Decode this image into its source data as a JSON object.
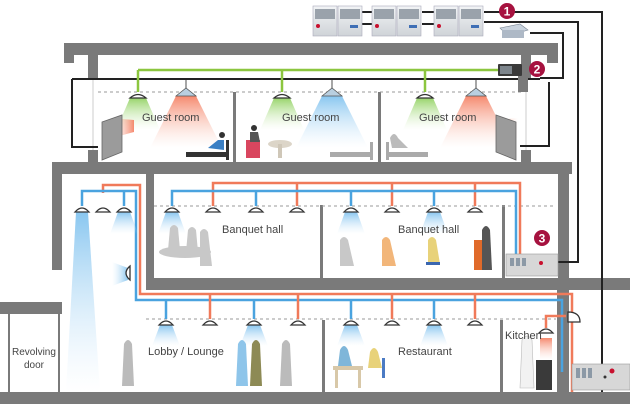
{
  "diagram": {
    "title": "Hotel air conditioning system layout",
    "colors": {
      "wall": "#7a7a7a",
      "cold_pipe": "#4aa3df",
      "hot_pipe": "#f07a5a",
      "vent_pipe": "#8cc63f",
      "control_wire": "#222222",
      "badge": "#a6123f",
      "cool_air": "#9fd0f2",
      "warm_air": "#f6a089",
      "fresh_air": "#9ad16a"
    },
    "badges": [
      {
        "id": "1",
        "label": "1",
        "component": "Outdoor units with branch controller"
      },
      {
        "id": "2",
        "label": "2",
        "component": "Ventilation unit"
      },
      {
        "id": "3",
        "label": "3",
        "component": "Air handling unit"
      }
    ],
    "rooms": {
      "guest_room_1": "Guest room",
      "guest_room_2": "Guest room",
      "guest_room_3": "Guest room",
      "banquet_hall_1": "Banquet hall",
      "banquet_hall_2": "Banquet hall",
      "revolving_door_line1": "Revolving",
      "revolving_door_line2": "door",
      "lobby": "Lobby / Lounge",
      "restaurant": "Restaurant",
      "kitchen": "Kitchen"
    },
    "outdoor_units": 3
  }
}
